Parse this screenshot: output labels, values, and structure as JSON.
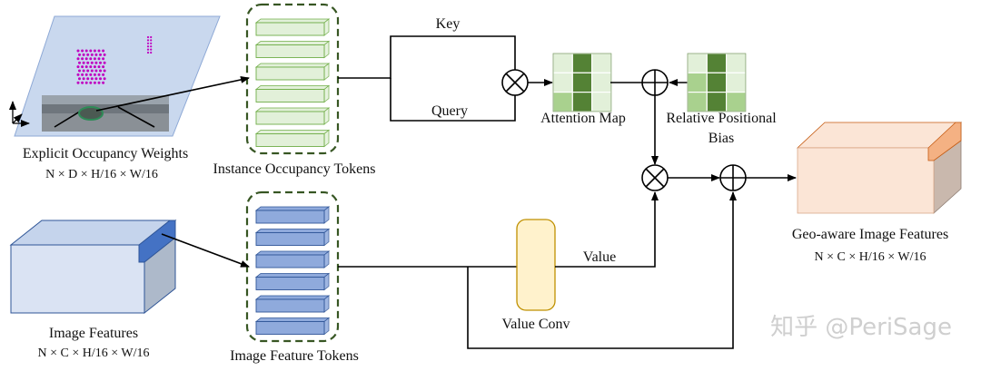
{
  "labels": {
    "occupancy_title": "Explicit Occupancy Weights",
    "occupancy_dims": "N × D × H/16 × W/16",
    "instance_tokens": "Instance Occupancy Tokens",
    "image_features_title": "Image Features",
    "image_features_dims": "N × C × H/16 × W/16",
    "image_tokens": "Image Feature Tokens",
    "key": "Key",
    "query": "Query",
    "attention_map": "Attention Map",
    "rel_pos_line1": "Relative Positional",
    "rel_pos_line2": "Bias",
    "value": "Value",
    "value_conv": "Value Conv",
    "geo_title": "Geo-aware Image Features",
    "geo_dims": "N × C × H/16 × W/16",
    "watermark": "知乎 @PeriSage"
  },
  "colors": {
    "token_green": "#e2f0d9",
    "token_green_border": "#70ad47",
    "token_blue": "#8faadc",
    "token_blue_border": "#2f5597",
    "dashed_border": "#375623",
    "cube_blue": "#dae3f3",
    "cube_blue_top": "#c5d4ec",
    "cube_blue_side": "#adb9ca",
    "cube_blue_accent": "#4472c4",
    "cube_pink": "#fbe5d6",
    "cube_pink_side": "#c9b8ad",
    "cube_pink_accent": "#f4b183",
    "conv_fill": "#fff2cc",
    "conv_border": "#bf9000",
    "attn_dark": "#548235",
    "attn_mid": "#a9d18e",
    "attn_light": "#e2f0d9",
    "occupancy_plane": "#c9d8ee",
    "occupancy_points": "#c000c0"
  },
  "attention_map_cells": [
    [
      0,
      2,
      0
    ],
    [
      0,
      2,
      0
    ],
    [
      1,
      2,
      0
    ]
  ],
  "relative_bias_cells": [
    [
      0,
      2,
      0
    ],
    [
      1,
      2,
      0
    ],
    [
      1,
      2,
      1
    ]
  ],
  "token_count": 6,
  "icons": [
    "multiply-operator-icon",
    "plus-operator-icon",
    "axis-icon"
  ]
}
